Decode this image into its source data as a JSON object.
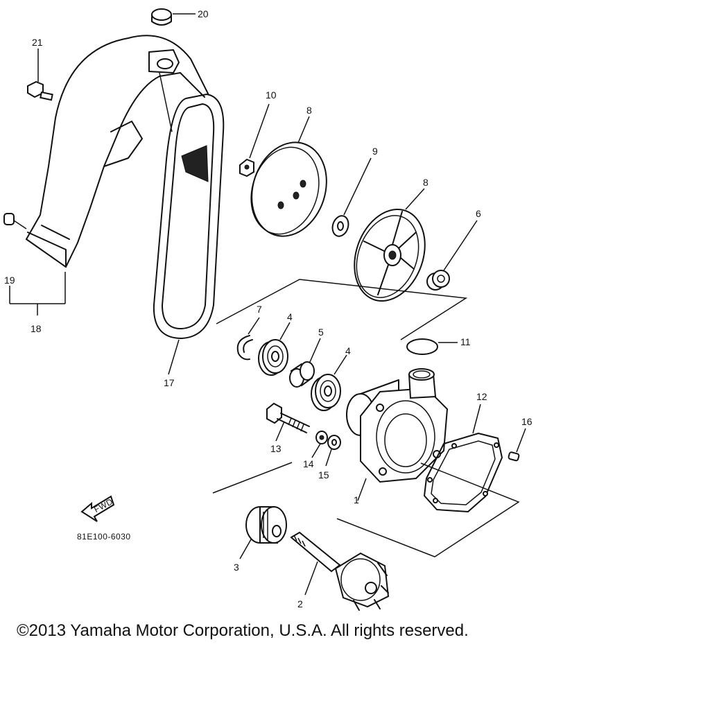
{
  "callouts": {
    "c1": "1",
    "c2": "2",
    "c3": "3",
    "c4a": "4",
    "c4b": "4",
    "c5": "5",
    "c6": "6",
    "c7": "7",
    "c8a": "8",
    "c8b": "8",
    "c9": "9",
    "c10": "10",
    "c11": "11",
    "c12": "12",
    "c13": "13",
    "c14": "14",
    "c15": "15",
    "c16": "16",
    "c17": "17",
    "c18": "18",
    "c19": "19",
    "c20": "20",
    "c21": "21"
  },
  "fwd_label": "FWD",
  "diagram_code": "81E100-6030",
  "copyright": "©2013 Yamaha Motor Corporation, U.S.A. All rights reserved."
}
